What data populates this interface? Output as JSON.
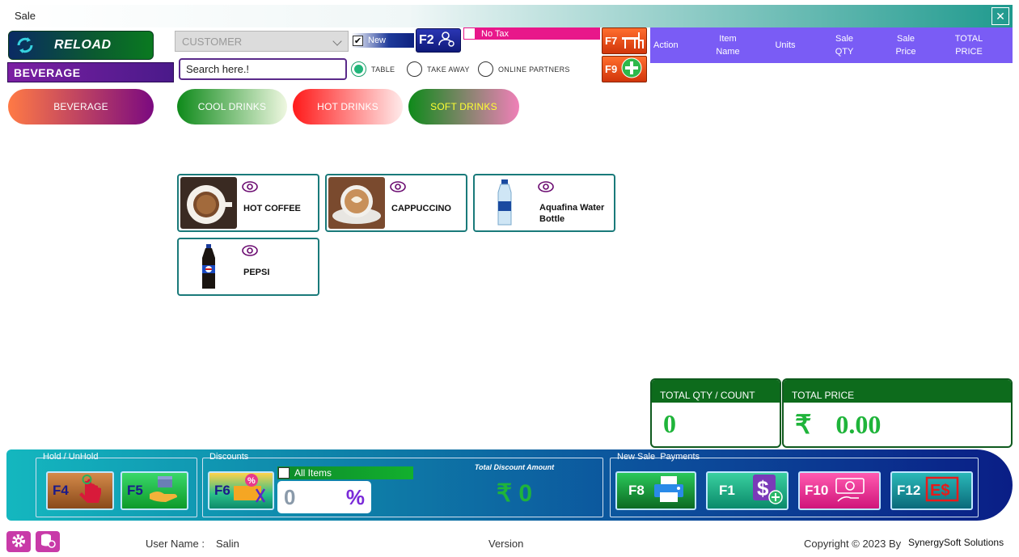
{
  "window": {
    "title": "Sale",
    "close_glyph": "✕"
  },
  "toolbar": {
    "reload_label": "RELOAD",
    "category_label": "BEVERAGE",
    "customer_value": "CUSTOMER",
    "new_label": "New",
    "new_checked": true,
    "f2_label": "F2",
    "no_tax_label": "No Tax",
    "no_tax_checked": false,
    "f7_label": "F7",
    "f9_label": "F9",
    "search_placeholder": "Search here.!"
  },
  "order_types": [
    {
      "label": "TABLE",
      "selected": true
    },
    {
      "label": "TAKE AWAY",
      "selected": false
    },
    {
      "label": "ONLINE PARTNERS",
      "selected": false
    }
  ],
  "grid_header": {
    "action": "Action",
    "item_name": "Item\nName",
    "units": "Units",
    "sale_qty": "Sale\nQTY",
    "sale_price": "Sale\nPrice",
    "total_price": "TOTAL\nPRICE"
  },
  "categories": [
    {
      "label": "BEVERAGE",
      "from": "#ff7a45",
      "to": "#7b0a80",
      "text_color": "#ffffff"
    },
    {
      "label": "COOL DRINKS",
      "from": "#0e8a1a",
      "to": "#eef7e0",
      "text_color": "#ffffff"
    },
    {
      "label": "HOT DRINKS",
      "from": "#ff1a1a",
      "to": "#ffeaea",
      "text_color": "#ffffff"
    },
    {
      "label": "SOFT DRINKS",
      "from": "#0e8a1a",
      "to": "#f080b8",
      "text_color": "#ffff33"
    }
  ],
  "items": [
    {
      "name": "HOT COFFEE",
      "icon": "coffee-cup-icon"
    },
    {
      "name": "CAPPUCCINO",
      "icon": "cappuccino-icon"
    },
    {
      "name": "Aquafina Water Bottle",
      "icon": "water-bottle-icon"
    },
    {
      "name": "PEPSI",
      "icon": "pepsi-bottle-icon"
    }
  ],
  "totals": {
    "qty_label": "TOTAL QTY / COUNT",
    "qty_value": "0",
    "price_label": "TOTAL PRICE",
    "currency": "₹",
    "price_value": "0.00"
  },
  "bottom": {
    "hold_label": "Hold / UnHold",
    "f4_label": "F4",
    "f5_label": "F5",
    "discounts_label": "Discounts",
    "f6_label": "F6",
    "all_items_label": "All Items",
    "all_items_checked": false,
    "discount_value": "0",
    "discount_unit": "%",
    "total_discount_label": "Total Discount Amount",
    "total_discount_value": "₹ 0",
    "payments_label": "New Sale  Payments",
    "f8_label": "F8",
    "f1_label": "F1",
    "f10_label": "F10",
    "f12_label": "F12"
  },
  "status": {
    "user_label": "User Name :",
    "user_value": "Salin",
    "version_label": "Version",
    "copyright": "Copyright © 2023 By",
    "company": "SynergySoft Solutions"
  },
  "colors": {
    "accent_purple": "#7a5cf5",
    "total_green": "#0d6b1c",
    "value_green": "#1fb43a",
    "pink": "#e8178a"
  }
}
